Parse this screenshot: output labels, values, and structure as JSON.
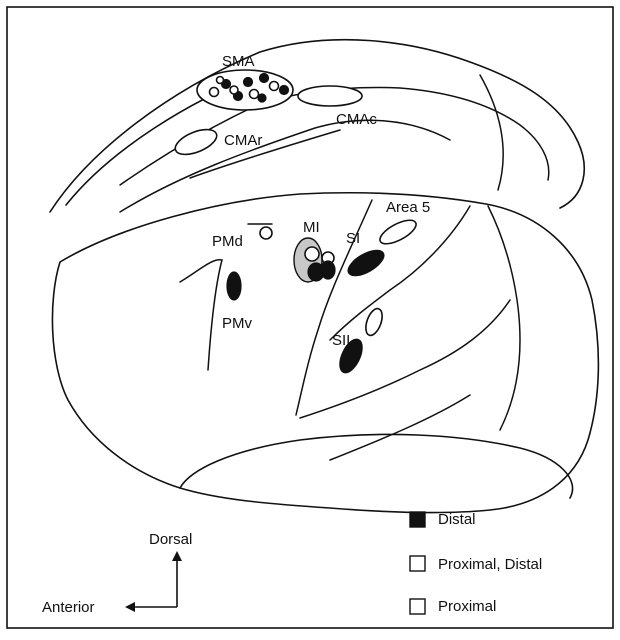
{
  "labels": {
    "sma": "SMA",
    "cmac": "CMAc",
    "cmar": "CMAr",
    "area5": "Area 5",
    "pmd": "PMd",
    "mi": "MI",
    "si": "SI",
    "pmv": "PMv",
    "sii": "SII"
  },
  "legend": {
    "distal": "Distal",
    "proximal_distal": "Proximal, Distal",
    "proximal": "Proximal"
  },
  "orientation": {
    "dorsal": "Dorsal",
    "anterior": "Anterior"
  },
  "colors": {
    "ink": "#111111",
    "gray_fill": "#c8c8c8",
    "background": "#ffffff"
  }
}
